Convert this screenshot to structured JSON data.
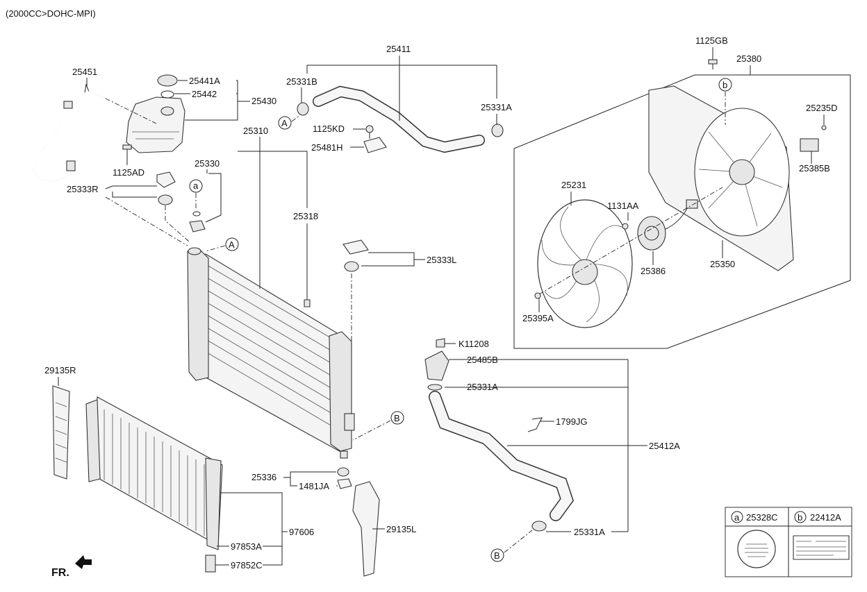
{
  "header": {
    "engine_note": "(2000CC>DOHC-MPI)"
  },
  "orientation": {
    "front_label": "FR."
  },
  "parts": {
    "p25451": "25451",
    "p25441A": "25441A",
    "p25442": "25442",
    "p25430": "25430",
    "p1125AD": "1125AD",
    "p25333R": "25333R",
    "p25330": "25330",
    "p25310": "25310",
    "p25318": "25318",
    "p25411": "25411",
    "p25331B": "25331B",
    "p25331A_top": "25331A",
    "p1125KD": "1125KD",
    "p25481H": "25481H",
    "p25333L": "25333L",
    "p1125GB": "1125GB",
    "p25380": "25380",
    "p25235D": "25235D",
    "p25385B": "25385B",
    "p25231": "25231",
    "p1131AA": "1131AA",
    "p25386": "25386",
    "p25350": "25350",
    "p25395A": "25395A",
    "pK11208": "K11208",
    "p25485B": "25485B",
    "p25331A_mid": "25331A",
    "p1799JG": "1799JG",
    "p25412A": "25412A",
    "p25331A_bot": "25331A",
    "p29135R": "29135R",
    "p25336": "25336",
    "p1481JA": "1481JA",
    "p29135L": "29135L",
    "p97606": "97606",
    "p97853A": "97853A",
    "p97852C": "97852C"
  },
  "markers": {
    "A": "A",
    "B": "B",
    "a": "a",
    "b": "b"
  },
  "legend": {
    "a": {
      "letter": "a",
      "part": "25328C"
    },
    "b": {
      "letter": "b",
      "part": "22412A"
    }
  }
}
